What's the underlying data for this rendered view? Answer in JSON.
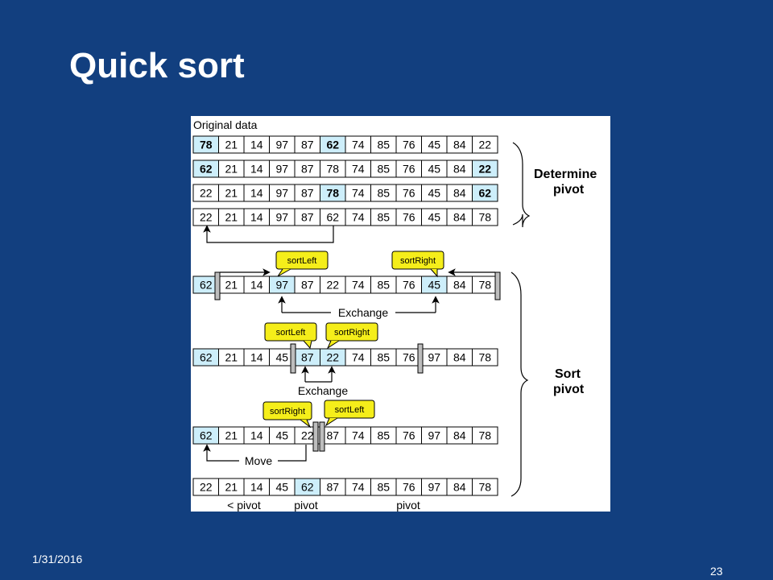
{
  "slide": {
    "title": "Quick sort",
    "date": "1/31/2016",
    "page_number": "23"
  },
  "figure": {
    "original_label": "Original data",
    "determine_label": [
      "Determine",
      "pivot"
    ],
    "sort_label": [
      "Sort",
      "pivot"
    ],
    "rows": [
      {
        "values": [
          "78",
          "21",
          "14",
          "97",
          "87",
          "62",
          "74",
          "85",
          "76",
          "45",
          "84",
          "22"
        ],
        "highlight": [
          0,
          5
        ],
        "bold": [
          0,
          5
        ]
      },
      {
        "values": [
          "62",
          "21",
          "14",
          "97",
          "87",
          "78",
          "74",
          "85",
          "76",
          "45",
          "84",
          "22"
        ],
        "highlight": [
          0,
          11
        ],
        "bold": [
          0,
          11
        ]
      },
      {
        "values": [
          "22",
          "21",
          "14",
          "97",
          "87",
          "78",
          "74",
          "85",
          "76",
          "45",
          "84",
          "62"
        ],
        "highlight": [
          5,
          11
        ],
        "bold": [
          5,
          11
        ]
      },
      {
        "values": [
          "22",
          "21",
          "14",
          "97",
          "87",
          "62",
          "74",
          "85",
          "76",
          "45",
          "84",
          "78"
        ],
        "highlight": [],
        "bold": []
      },
      {
        "values": [
          "62",
          "21",
          "14",
          "97",
          "87",
          "22",
          "74",
          "85",
          "76",
          "45",
          "84",
          "78"
        ],
        "highlight": [
          0,
          3,
          9
        ],
        "bold": []
      },
      {
        "values": [
          "62",
          "21",
          "14",
          "45",
          "87",
          "22",
          "74",
          "85",
          "76",
          "97",
          "84",
          "78"
        ],
        "highlight": [
          0,
          4,
          5
        ],
        "bold": []
      },
      {
        "values": [
          "62",
          "21",
          "14",
          "45",
          "22",
          "87",
          "74",
          "85",
          "76",
          "97",
          "84",
          "78"
        ],
        "highlight": [
          0
        ],
        "bold": []
      },
      {
        "values": [
          "22",
          "21",
          "14",
          "45",
          "62",
          "87",
          "74",
          "85",
          "76",
          "97",
          "84",
          "78"
        ],
        "highlight": [
          4
        ],
        "bold": []
      }
    ],
    "callouts": {
      "r1_left": "sortLeft",
      "r1_right": "sortRight",
      "r2_left": "sortLeft",
      "r2_right": "sortRight",
      "r3_right": "sortRight",
      "r3_left": "sortLeft"
    },
    "labels": {
      "exchange_1": "Exchange",
      "exchange_2": "Exchange",
      "move": "Move",
      "less_pivot": "< pivot",
      "pivot_mid": "pivot",
      "pivot_right": "pivot"
    },
    "colors": {
      "highlight": "#cdeefa",
      "callout": "#f5ee1a",
      "slide_bg": "#123f7f",
      "marker": "#bdbdbd"
    }
  }
}
